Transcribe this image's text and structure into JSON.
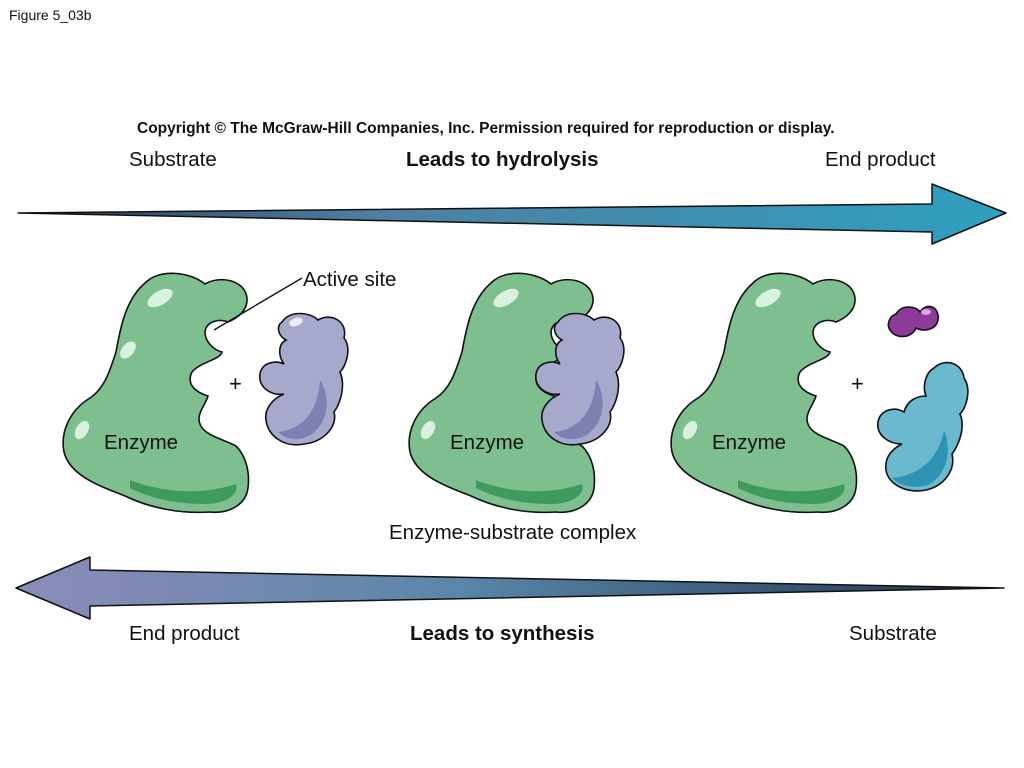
{
  "figure_label": "Figure 5_03b",
  "copyright": "Copyright © The McGraw-Hill Companies, Inc. Permission required for reproduction or display.",
  "top_row": {
    "left": "Substrate",
    "center": "Leads to hydrolysis",
    "right": "End product"
  },
  "bottom_row": {
    "left": "End product",
    "center": "Leads to synthesis",
    "right": "Substrate"
  },
  "labels": {
    "active_site": "Active site",
    "enzyme_1": "Enzyme",
    "enzyme_2": "Enzyme",
    "enzyme_3": "Enzyme",
    "plus_1": "+",
    "plus_2": "+",
    "complex": "Enzyme-substrate complex"
  },
  "colors": {
    "enzyme": "#7dbf8e",
    "enzyme_shadow": "#3f9a60",
    "substrate": "#a7a9cc",
    "substrate_shadow": "#7f80b2",
    "product_small": "#8e3a9a",
    "product_large": "#6ab9cf",
    "arrow_hydrolysis_end": "#2fa0bf",
    "arrow_synthesis_end": "#8c8cb9"
  }
}
